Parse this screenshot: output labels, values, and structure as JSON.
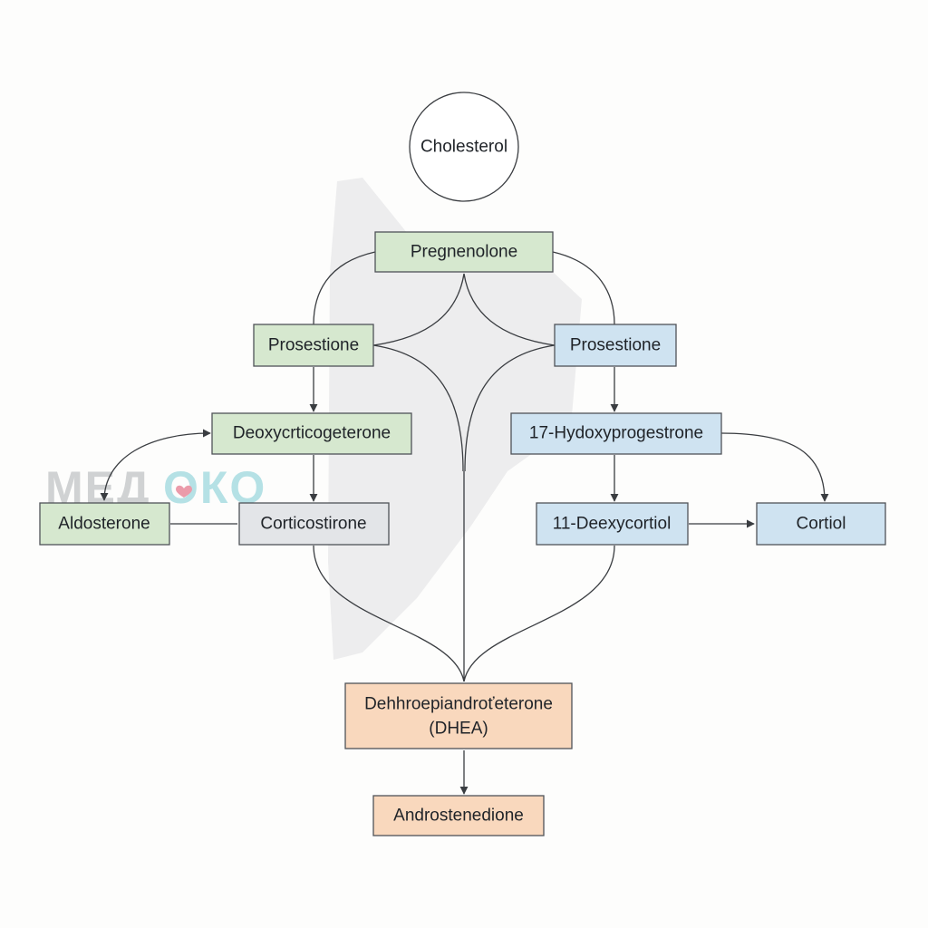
{
  "diagram": {
    "nodes": {
      "cholesterol": "Cholesterol",
      "pregnenolone": "Pregnenolone",
      "prosestione_left": "Prosestione",
      "prosestione_right": "Prosestione",
      "deoxycorticosterone": "Deoxycrticogeterone",
      "hydroxyprogesterone": "17-Hydoxyprogestrone",
      "aldosterone": "Aldosterone",
      "corticosterone": "Corticostirone",
      "deoxycortisol": "11-Deexycortiol",
      "cortisol": "Cortiol",
      "dhea_line1": "Dehhroepiandroťeterone",
      "dhea_line2": "(DHEA)",
      "androstenedione": "Androstenedione"
    },
    "colors": {
      "green": "#d6e8cf",
      "blue": "#cfe3f1",
      "grey": "#e3e5e8",
      "orange": "#f9d8bd",
      "outline": "#4f5358"
    }
  },
  "watermark": {
    "text_left": "МЕД",
    "text_right": "ОКО"
  }
}
